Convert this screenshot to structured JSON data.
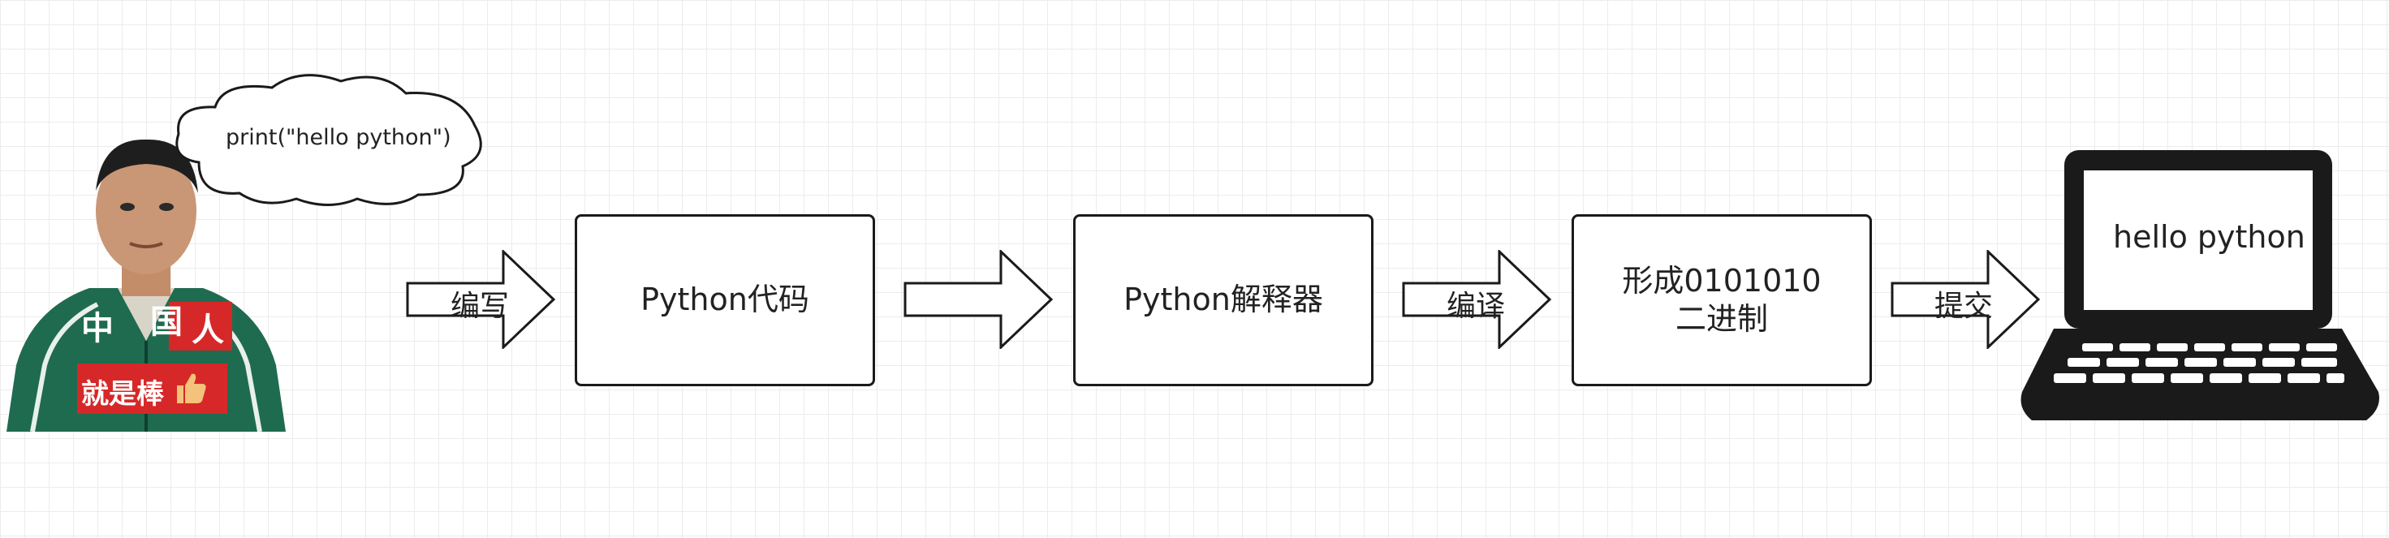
{
  "speech_bubble": "print(\"hello python\")",
  "person": {
    "jacket_chars": [
      "中",
      "国",
      "人"
    ],
    "caption": "就是棒",
    "thumb_icon": "thumbs-up-icon"
  },
  "steps": {
    "code": "Python代码",
    "interpreter": "Python解释器",
    "binary_line1": "形成0101010",
    "binary_line2": "二进制"
  },
  "arrows": {
    "write": "编写",
    "interpreter_arrow": "",
    "compile": "编译",
    "submit": "提交"
  },
  "laptop": {
    "screen_text": "hello python",
    "icon": "laptop-icon"
  }
}
